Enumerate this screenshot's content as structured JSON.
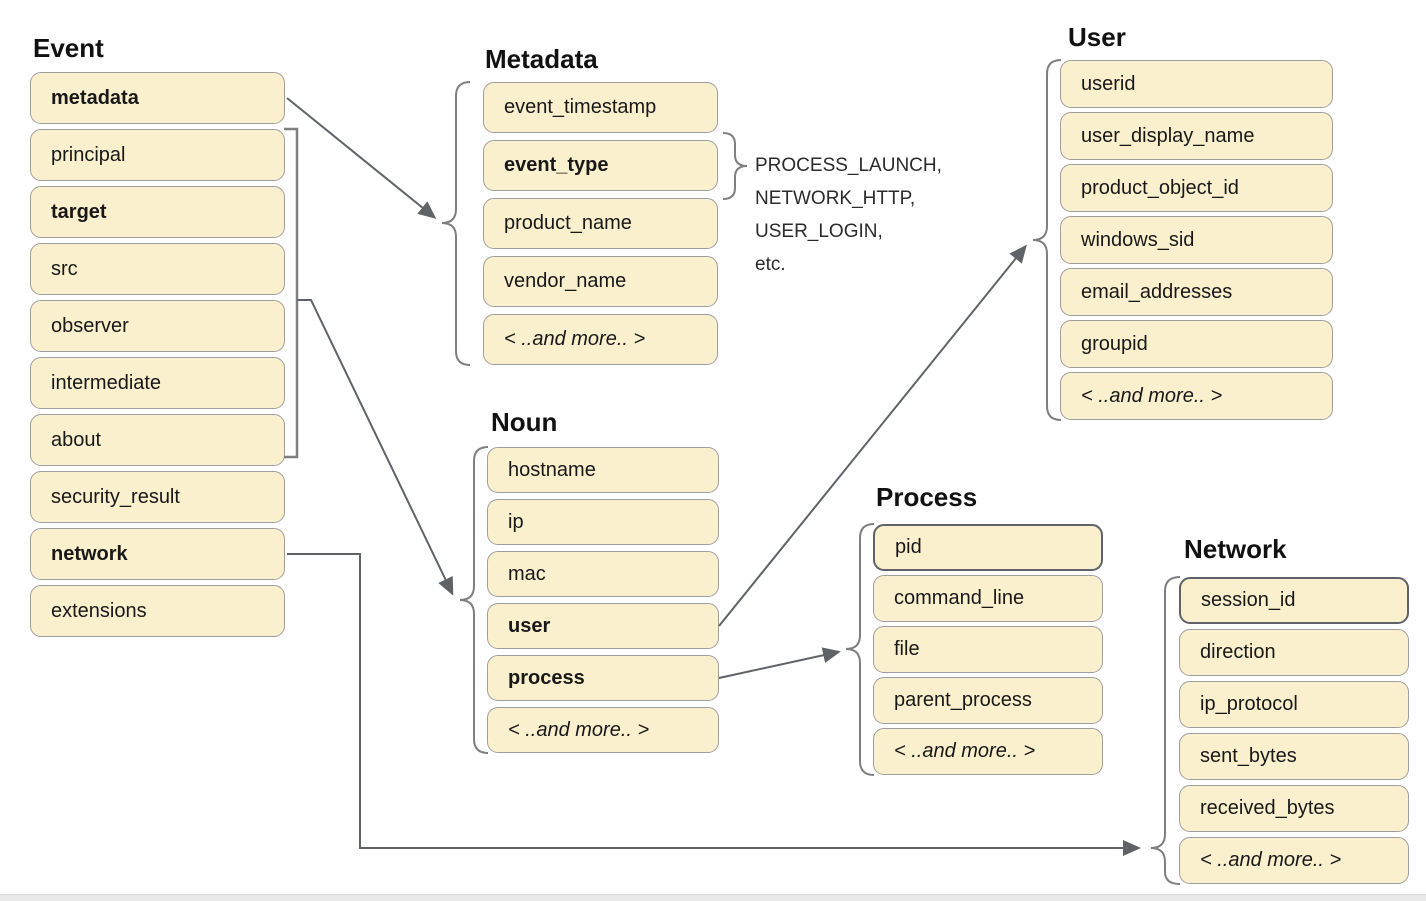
{
  "colors": {
    "box_fill": "#FBF0CE",
    "box_border": "#9e9e9e",
    "box_border_dark": "#5f6368",
    "arrow_line": "#5f6368",
    "brace_line": "#7f7f7f",
    "text": "#181818",
    "bottom_bar": "#e9e9e9"
  },
  "groups": [
    {
      "id": "event",
      "title": "Event",
      "items": [
        {
          "label": "metadata",
          "bold": true
        },
        {
          "label": "principal"
        },
        {
          "label": "target",
          "bold": true
        },
        {
          "label": "src"
        },
        {
          "label": "observer"
        },
        {
          "label": "intermediate"
        },
        {
          "label": "about"
        },
        {
          "label": "security_result"
        },
        {
          "label": "network",
          "bold": true
        },
        {
          "label": "extensions"
        }
      ]
    },
    {
      "id": "metadata",
      "title": "Metadata",
      "items": [
        {
          "label": "event_timestamp"
        },
        {
          "label": "event_type",
          "bold": true
        },
        {
          "label": "product_name"
        },
        {
          "label": "vendor_name"
        },
        {
          "label": "< ..and more.. >",
          "italic": true
        }
      ]
    },
    {
      "id": "noun",
      "title": "Noun",
      "items": [
        {
          "label": "hostname"
        },
        {
          "label": "ip"
        },
        {
          "label": "mac"
        },
        {
          "label": "user",
          "bold": true
        },
        {
          "label": "process",
          "bold": true
        },
        {
          "label": "< ..and more.. >",
          "italic": true
        }
      ]
    },
    {
      "id": "user",
      "title": "User",
      "items": [
        {
          "label": "userid"
        },
        {
          "label": "user_display_name"
        },
        {
          "label": "product_object_id"
        },
        {
          "label": "windows_sid"
        },
        {
          "label": "email_addresses"
        },
        {
          "label": "groupid"
        },
        {
          "label": "< ..and more.. >",
          "italic": true
        }
      ]
    },
    {
      "id": "process",
      "title": "Process",
      "items": [
        {
          "label": "pid",
          "border": "dark"
        },
        {
          "label": "command_line"
        },
        {
          "label": "file"
        },
        {
          "label": "parent_process"
        },
        {
          "label": "< ..and more.. >",
          "italic": true
        }
      ]
    },
    {
      "id": "network",
      "title": "Network",
      "items": [
        {
          "label": "session_id",
          "border": "dark"
        },
        {
          "label": "direction"
        },
        {
          "label": "ip_protocol"
        },
        {
          "label": "sent_bytes"
        },
        {
          "label": "received_bytes"
        },
        {
          "label": "< ..and more.. >",
          "italic": true
        }
      ]
    }
  ],
  "event_type_values": {
    "lines": [
      "PROCESS_LAUNCH,",
      "NETWORK_HTTP,",
      "USER_LOGIN,",
      "etc."
    ]
  }
}
